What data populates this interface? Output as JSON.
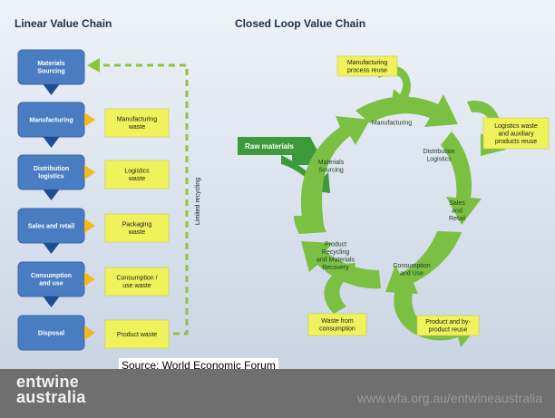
{
  "linear": {
    "title": "Linear Value Chain",
    "stages": [
      [
        "Materials",
        "Sourcing"
      ],
      [
        "Manufacturing"
      ],
      [
        "Distribution",
        "logistics"
      ],
      [
        "Sales and retail"
      ],
      [
        "Consumption",
        "and use"
      ],
      [
        "Disposal"
      ]
    ],
    "wastes": [
      [
        "Manufacturing",
        "waste"
      ],
      [
        "Logistics",
        "waste"
      ],
      [
        "Packaging",
        "waste"
      ],
      [
        "Consumption /",
        "use waste"
      ],
      [
        "Product waste"
      ]
    ],
    "recycling_label": "Limited recycling"
  },
  "closed": {
    "title": "Closed Loop Value Chain",
    "raw_materials": "Raw materials",
    "arrow_labels": {
      "materials": [
        "Materials",
        "Sourcing"
      ],
      "manufacturing": [
        "Manufacturing"
      ],
      "distribution": [
        "Distribution",
        "Logistics"
      ],
      "sales": [
        "Sales",
        "and",
        "Retail"
      ],
      "consumption": [
        "Consumption",
        "and Use"
      ],
      "recycling": [
        "Product",
        "Recycling",
        "and Materials",
        "Recovery"
      ]
    },
    "reuse": {
      "manufacturing": [
        "Manufacturing",
        "process reuse"
      ],
      "logistics": [
        "Logistics waste",
        "and auxiliary",
        "products reuse"
      ],
      "product": [
        "Product and by-",
        "product reuse"
      ],
      "waste": [
        "Waste from",
        "consumption"
      ]
    }
  },
  "source": "Source: World Economic Forum",
  "footer": {
    "logo_line1": "entwine",
    "logo_line2": "australia",
    "url": "www.wfa.org.au/entwineaustralia"
  },
  "colors": {
    "blue": "#4a7cc2",
    "yellow": "#f0f25c",
    "green": "#7bc043",
    "dark_green": "#3d9a3a",
    "dashed": "#8cc63f",
    "footer": "#6f6f6f"
  }
}
